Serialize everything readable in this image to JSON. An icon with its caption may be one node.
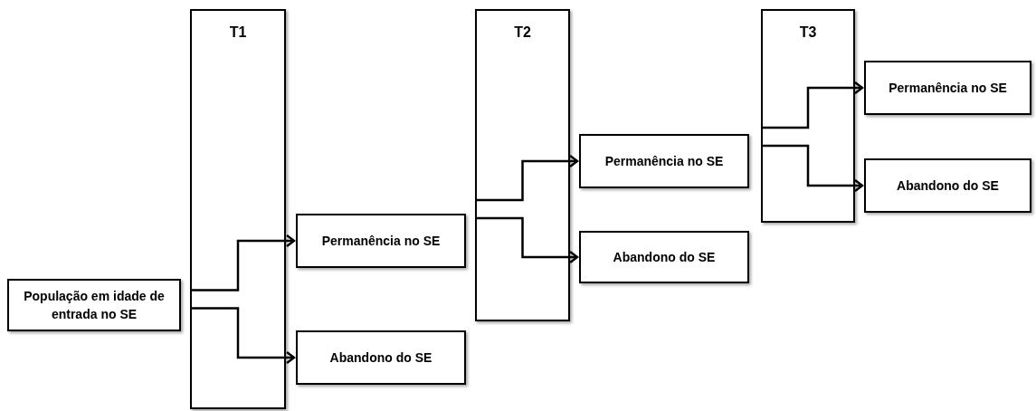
{
  "diagram": {
    "nodes": [
      {
        "text": [
          "População em idade de entrada no SE"
        ]
      },
      {
        "text": [
          "T1"
        ]
      },
      {
        "text": [
          "Permanência no SE"
        ]
      },
      {
        "text": [
          "Abandono do SE"
        ]
      },
      {
        "text": [
          "T2"
        ]
      },
      {
        "text": [
          "Permanência no SE"
        ]
      },
      {
        "text": [
          "Abandono do SE"
        ]
      },
      {
        "text": [
          "T3"
        ]
      },
      {
        "text": [
          "Permanência no SE"
        ]
      },
      {
        "text": [
          "Abandono do SE"
        ]
      }
    ],
    "edges": [
      {
        "from": 1,
        "to": 2,
        "arrow": "to"
      },
      {
        "from": 1,
        "to": 3,
        "arrow": "to"
      },
      {
        "from": 4,
        "to": 5,
        "arrow": "to"
      },
      {
        "from": 4,
        "to": 6,
        "arrow": "to"
      },
      {
        "from": 7,
        "to": 8,
        "arrow": "to"
      },
      {
        "from": 7,
        "to": 9,
        "arrow": "to"
      }
    ]
  }
}
